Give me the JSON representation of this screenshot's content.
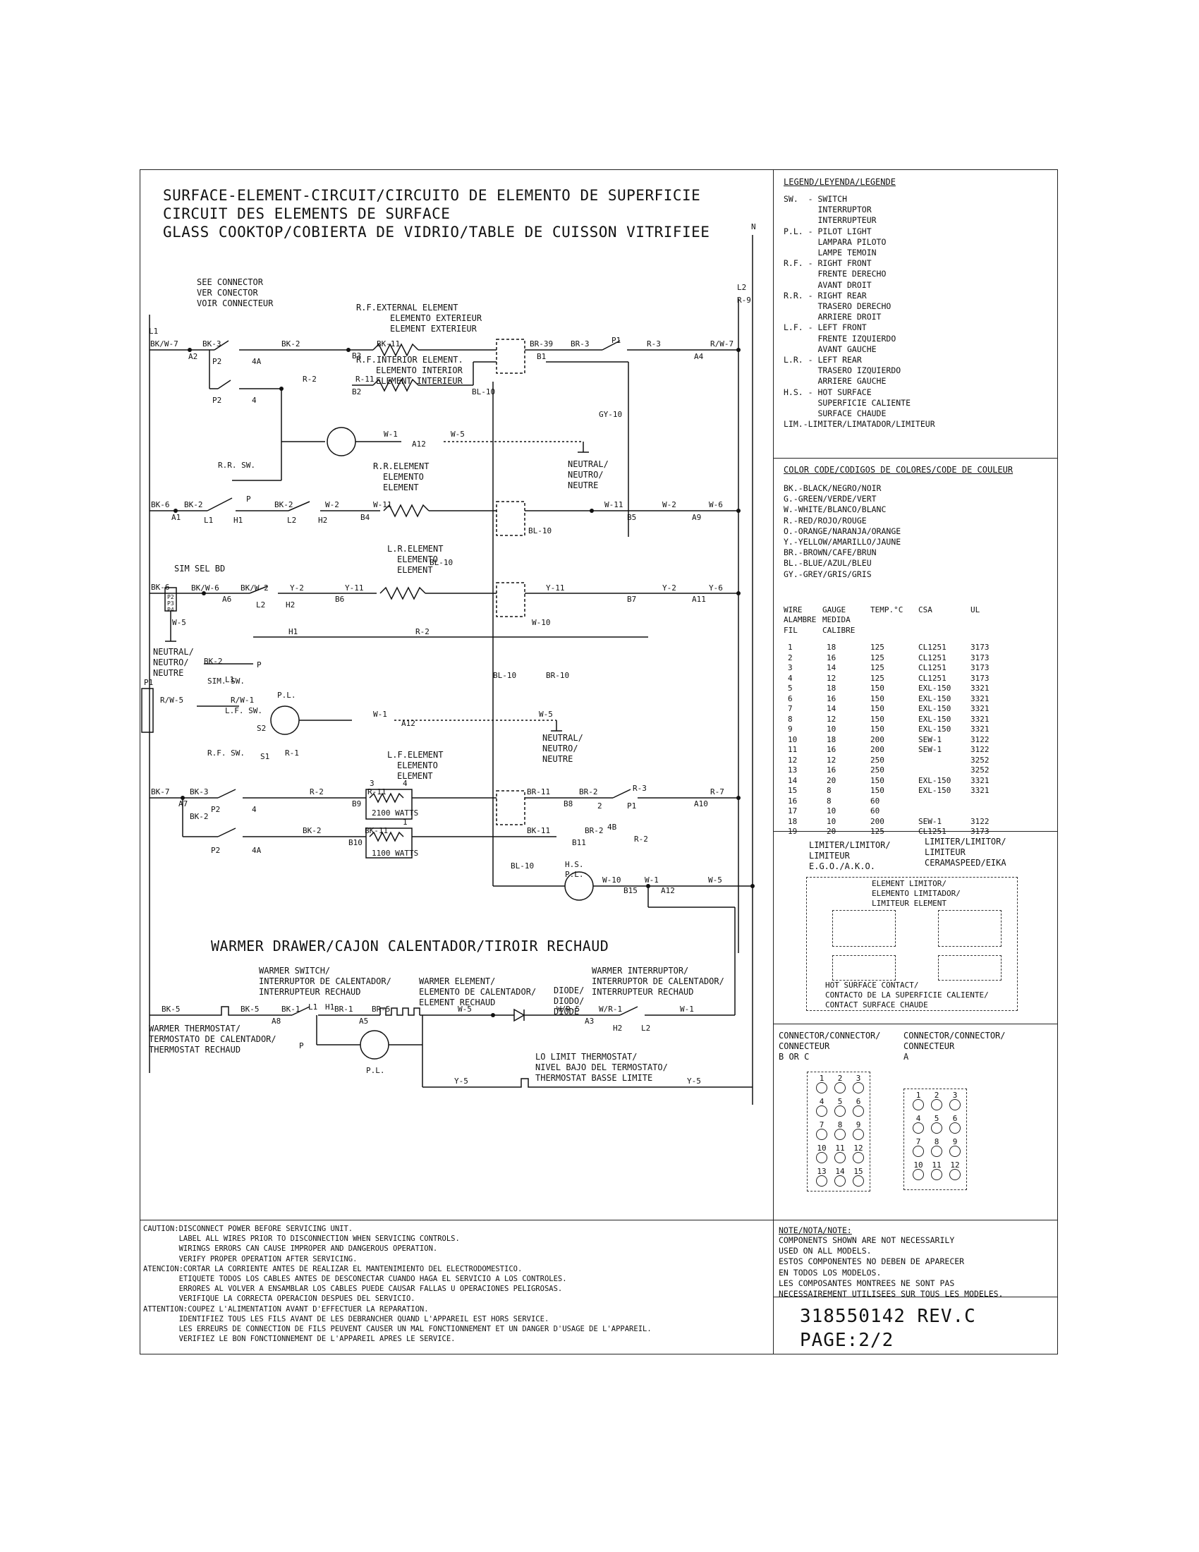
{
  "titles": {
    "line1": "SURFACE-ELEMENT-CIRCUIT/CIRCUITO DE ELEMENTO DE SUPERFICIE",
    "line2": "CIRCUIT DES  ELEMENTS DE SURFACE",
    "line3": "GLASS COOKTOP/COBIERTA DE VIDRIO/TABLE DE CUISSON VITRIFIEE",
    "warmer": "WARMER DRAWER/CAJON CALENTADOR/TIROIR RECHAUD"
  },
  "diagram_labels": {
    "see_connector": [
      "SEE CONNECTOR",
      "VER CONECTOR",
      "VOIR CONNECTEUR"
    ],
    "rf_external": [
      "R.F.EXTERNAL ELEMENT",
      "ELEMENTO EXTERIEUR",
      "ELEMENT EXTERIEUR"
    ],
    "rf_interior": [
      "R.F.INTERIOR ELEMENT.",
      "ELEMENTO INTERIOR",
      "ELEMENT INTERIEUR"
    ],
    "rr_element": [
      "R.R.ELEMENT",
      "ELEMENTO",
      "ELEMENT"
    ],
    "lr_element": [
      "L.R.ELEMENT",
      "ELEMENTO",
      "ELEMENT"
    ],
    "lf_element": [
      "L.F.ELEMENT",
      "ELEMENTO",
      "ELEMENT"
    ],
    "neutral": [
      "NEUTRAL/",
      "NEUTRO/",
      "NEUTRE"
    ],
    "warmer_switch": [
      "WARMER SWITCH/",
      "INTERRUPTOR DE CALENTADOR/",
      "INTERRUPTEUR RECHAUD"
    ],
    "warmer_element": [
      "WARMER ELEMENT/",
      "ELEMENTO DE CALENTADOR/",
      "ELEMENT RECHAUD"
    ],
    "diode": [
      "DIODE/",
      "DIODO/",
      "DIODE"
    ],
    "warmer_interruptor": [
      "WARMER INTERRUPTOR/",
      "INTERRUPTOR DE CALENTADOR/",
      "INTERRUPTEUR RECHAUD"
    ],
    "warmer_thermostat": [
      "WARMER THERMOSTAT/",
      "TERMOSTATO DE CALENTADOR/",
      "THERMOSTAT RECHAUD"
    ],
    "lo_limit": [
      "LO LIMIT THERMOSTAT/",
      "NIVEL BAJO DEL TERMOSTATO/",
      "THERMOSTAT BASSE LIMITE"
    ],
    "watts_2100": "2100 WATTS",
    "watts_1100": "1100 WATTS",
    "sim_sel_bd": "SIM SEL BD"
  },
  "legend": {
    "header": "LEGEND/LEYENDA/LEGENDE",
    "lines": [
      "SW.  - SWITCH",
      "       INTERRUPTOR",
      "       INTERRUPTEUR",
      "P.L. - PILOT LIGHT",
      "       LAMPARA PILOTO",
      "       LAMPE TEMOIN",
      "R.F. - RIGHT FRONT",
      "       FRENTE DERECHO",
      "       AVANT DROIT",
      "R.R. - RIGHT REAR",
      "       TRASERO DERECHO",
      "       ARRIERE DROIT",
      "L.F. - LEFT FRONT",
      "       FRENTE IZQUIERDO",
      "       AVANT GAUCHE",
      "L.R. - LEFT REAR",
      "       TRASERO IZQUIERDO",
      "       ARRIERE GAUCHE",
      "H.S. - HOT SURFACE",
      "       SUPERFICIE CALIENTE",
      "       SURFACE CHAUDE",
      "LIM.-LIMITER/LIMATADOR/LIMITEUR"
    ]
  },
  "color_code": {
    "header": "COLOR CODE/CODIGOS DE COLORES/CODE DE COULEUR",
    "lines": [
      "BK.-BLACK/NEGRO/NOIR",
      "G.-GREEN/VERDE/VERT",
      "W.-WHITE/BLANCO/BLANC",
      "R.-RED/ROJO/ROUGE",
      "O.-ORANGE/NARANJA/ORANGE",
      "Y.-YELLOW/AMARILLO/JAUNE",
      "BR.-BROWN/CAFE/BRUN",
      "BL.-BLUE/AZUL/BLEU",
      "GY.-GREY/GRIS/GRIS"
    ]
  },
  "wire_table": {
    "headers": [
      "WIRE",
      "GAUGE",
      "TEMP.°C",
      "CSA",
      "UL"
    ],
    "subheaders": [
      [
        "ALAMBRE",
        "MEDIDA"
      ],
      [
        "FIL",
        "CALIBRE"
      ]
    ],
    "rows": [
      [
        "1",
        "18",
        "125",
        "CL1251",
        "3173"
      ],
      [
        "2",
        "16",
        "125",
        "CL1251",
        "3173"
      ],
      [
        "3",
        "14",
        "125",
        "CL1251",
        "3173"
      ],
      [
        "4",
        "12",
        "125",
        "CL1251",
        "3173"
      ],
      [
        "5",
        "18",
        "150",
        "EXL-150",
        "3321"
      ],
      [
        "6",
        "16",
        "150",
        "EXL-150",
        "3321"
      ],
      [
        "7",
        "14",
        "150",
        "EXL-150",
        "3321"
      ],
      [
        "8",
        "12",
        "150",
        "EXL-150",
        "3321"
      ],
      [
        "9",
        "10",
        "150",
        "EXL-150",
        "3321"
      ],
      [
        "10",
        "18",
        "200",
        "SEW-1",
        "3122"
      ],
      [
        "11",
        "16",
        "200",
        "SEW-1",
        "3122"
      ],
      [
        "12",
        "12",
        "250",
        "",
        "3252"
      ],
      [
        "13",
        "16",
        "250",
        "",
        "3252"
      ],
      [
        "14",
        "20",
        "150",
        "EXL-150",
        "3321"
      ],
      [
        "15",
        "8",
        "150",
        "EXL-150",
        "3321"
      ],
      [
        "16",
        "8",
        "60",
        "",
        ""
      ],
      [
        "17",
        "10",
        "60",
        "",
        ""
      ],
      [
        "18",
        "10",
        "200",
        "SEW-1",
        "3122"
      ],
      [
        "19",
        "20",
        "125",
        "CL1251",
        "3173"
      ]
    ]
  },
  "limiter": {
    "left": [
      "LIMITER/LIMITOR/",
      "LIMITEUR",
      "E.G.O./A.K.O."
    ],
    "right": [
      "LIMITER/LIMITOR/",
      "LIMITEUR",
      "CERAMASPEED/EIKA"
    ],
    "element_limitor": [
      "ELEMENT LIMITOR/",
      "ELEMENTO LIMITADOR/",
      "LIMITEUR ELEMENT"
    ],
    "hot_surface": [
      "HOT SURFACE CONTACT/",
      "CONTACTO DE LA SUPERFICIE CALIENTE/",
      "CONTACT SURFACE CHAUDE"
    ]
  },
  "connector": {
    "left": [
      "CONNECTOR/CONNECTOR/",
      "CONNECTEUR",
      "B OR C"
    ],
    "right": [
      "CONNECTOR/CONNECTOR/",
      "CONNECTEUR",
      "A"
    ],
    "pins_bc": [
      "1",
      "2",
      "3",
      "4",
      "5",
      "6",
      "7",
      "8",
      "9",
      "10",
      "11",
      "12",
      "13",
      "14",
      "15"
    ],
    "pins_a": [
      "1",
      "2",
      "3",
      "4",
      "5",
      "6",
      "7",
      "8",
      "9",
      "10",
      "11",
      "12"
    ]
  },
  "note": {
    "header": "NOTE/NOTA/NOTE:",
    "lines": [
      "COMPONENTS SHOWN ARE NOT NECESSARILY",
      "USED ON ALL MODELS.",
      "ESTOS COMPONENTES NO DEBEN DE APARECER",
      "EN TODOS LOS MODELOS.",
      "LES COMPOSANTES MONTREES NE SONT PAS",
      "NECESSAIREMENT UTILISEES SUR TOUS LES MODELES."
    ]
  },
  "caution": {
    "lines": [
      "CAUTION:DISCONNECT POWER BEFORE SERVICING UNIT.",
      "        LABEL ALL WIRES PRIOR TO DISCONNECTION WHEN SERVICING CONTROLS.",
      "        WIRINGS ERRORS CAN CAUSE IMPROPER AND DANGEROUS OPERATION.",
      "        VERIFY PROPER OPERATION AFTER SERVICING.",
      "ATENCION:CORTAR LA CORRIENTE ANTES DE REALIZAR EL MANTENIMIENTO DEL ELECTRODOMESTICO.",
      "        ETIQUETE TODOS LOS CABLES ANTES DE DESCONECTAR CUANDO HAGA EL SERVICIO A LOS CONTROLES.",
      "        ERRORES AL VOLVER A ENSAMBLAR LOS CABLES PUEDE CAUSAR FALLAS U OPERACIONES PELIGROSAS.",
      "        VERIFIQUE LA CORRECTA OPERACION DESPUES DEL SERVICIO.",
      "ATTENTION:COUPEZ L'ALIMENTATION AVANT D'EFFECTUER LA REPARATION.",
      "        IDENTIFIEZ TOUS LES FILS AVANT DE LES DEBRANCHER QUAND L'APPAREIL EST HORS SERVICE.",
      "        LES ERREURS DE CONNECTION DE FILS PEUVENT CAUSER UN MAL FONCTIONNEMENT ET UN DANGER D'USAGE DE L'APPAREIL.",
      "        VERIFIEZ LE BON FONCTIONNEMENT DE L'APPAREIL APRES LE SERVICE."
    ]
  },
  "part_number": "318550142 REV.C",
  "page": "PAGE:2/2"
}
